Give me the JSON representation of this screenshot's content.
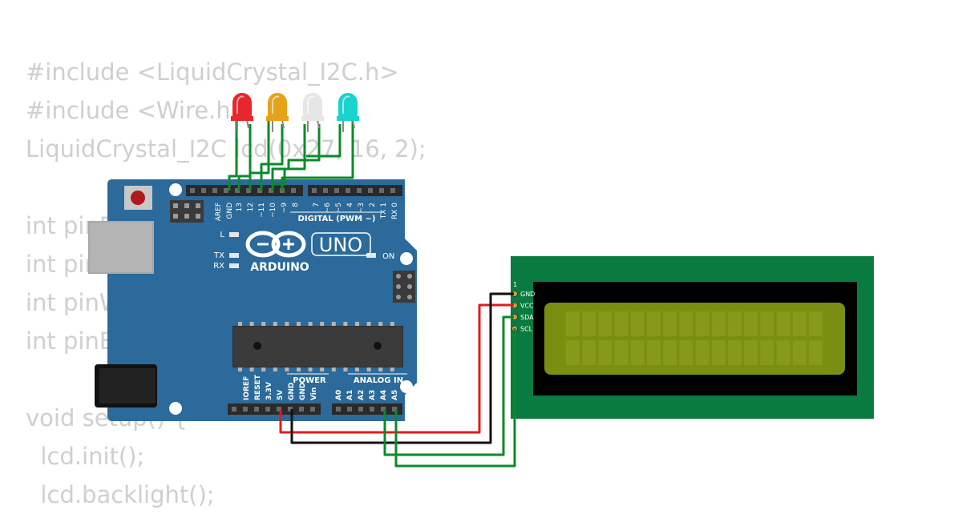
{
  "code_lines": [
    "#include <LiquidCrystal_I2C.h>",
    "#include <Wire.h>",
    "LiquidCrystal_I2C lcd(0x27, 16, 2);",
    "",
    "int pinR = 13;",
    "int pinY = 12;",
    "int pinW = 11;",
    "int pinB = 10;",
    "",
    "void setup() {",
    "  lcd.init();",
    "  lcd.backlight();"
  ],
  "arduino": {
    "brand": "ARDUINO",
    "model": "UNO",
    "digital_header": "DIGITAL (PWM ~)",
    "power_header": "POWER",
    "analog_header": "ANALOG IN",
    "led_l": "L",
    "led_tx": "TX",
    "led_rx": "RX",
    "led_on": "ON",
    "digital_pins": [
      "AREF",
      "GND",
      "13",
      "12",
      "~11",
      "~10",
      "~9",
      "8",
      "7",
      "~6",
      "~5",
      "4",
      "~3",
      "2",
      "TX 1",
      "RX 0"
    ],
    "power_pins": [
      "IOREF",
      "RESET",
      "3.3V",
      "5V",
      "GND",
      "GND",
      "Vin"
    ],
    "analog_pins": [
      "A0",
      "A1",
      "A2",
      "A3",
      "A4",
      "A5"
    ]
  },
  "lcd": {
    "pin_number": "1",
    "pins": [
      "GND",
      "VCC",
      "SDA",
      "SCL"
    ],
    "columns": 16,
    "rows": 2
  },
  "colors": {
    "board": "#2b6a9a",
    "lcd_pcb": "#0a7b40",
    "lcd_screen": "#7a8e12",
    "wire_green": "#0a8a2a",
    "wire_red": "#e01c1c",
    "wire_black": "#111111",
    "led_red": "#e8262b",
    "led_yellow": "#e6a21a",
    "led_white": "#e6e6e6",
    "led_cyan": "#19d3cf"
  },
  "leds": [
    {
      "name": "red",
      "color": "#e8262b"
    },
    {
      "name": "yellow",
      "color": "#e6a21a"
    },
    {
      "name": "white",
      "color": "#e6e6e6"
    },
    {
      "name": "cyan",
      "color": "#19d3cf"
    }
  ]
}
